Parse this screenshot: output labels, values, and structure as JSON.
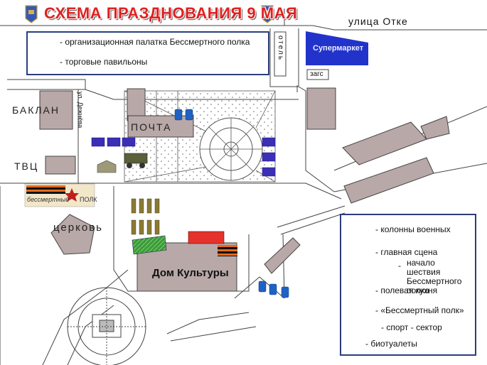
{
  "title": "СХЕМА ПРАЗДНОВАНИЯ 9 МАЯ",
  "streets": {
    "otke": "улица Отке",
    "dezhneva": "ул. Дежнёва"
  },
  "buildings": {
    "hotel": "отель",
    "supermarket": "Супермаркет",
    "zags": "загс",
    "baklan": "БАКЛАН",
    "post": "ПОЧТА",
    "tvc": "ТВЦ",
    "church": "церковь",
    "culture_house": "Дом Культуры"
  },
  "badge": {
    "text1": "бессмертный",
    "text2": "ПОЛК"
  },
  "legend_top": [
    {
      "icon": "tent-icon",
      "label": "- организационная палатка Бессмертного полка"
    },
    {
      "icon": "pavilion-icon",
      "label": "- торговые павильоны"
    }
  ],
  "legend_right": [
    {
      "icon": "soldiers-icon",
      "label": "- колонны военных"
    },
    {
      "icon": "stage-icon",
      "label": "- главная сцена"
    },
    {
      "icon": "immortal-regiment-badge-icon",
      "label": "начало шествия Бессмертного полка",
      "prefix": "-"
    },
    {
      "icon": "field-kitchen-icon",
      "label": "- полевая кухня"
    },
    {
      "icon": "ribbon-icon",
      "label": "- «Бессмертный полк»"
    },
    {
      "icon": "sport-field-icon",
      "label": "- спорт - сектор"
    },
    {
      "icon": "toilet-icon",
      "label": "- биотуалеты"
    }
  ],
  "colors": {
    "title": "#e0201f",
    "building": "#b9a8a8",
    "supermarket": "#2233cc",
    "pavilion": "#3b2fb8",
    "toilet": "#1f62c4",
    "stage": "#e3332c",
    "sport": "#4ea84a",
    "legend_border": "#2c3d7c"
  }
}
